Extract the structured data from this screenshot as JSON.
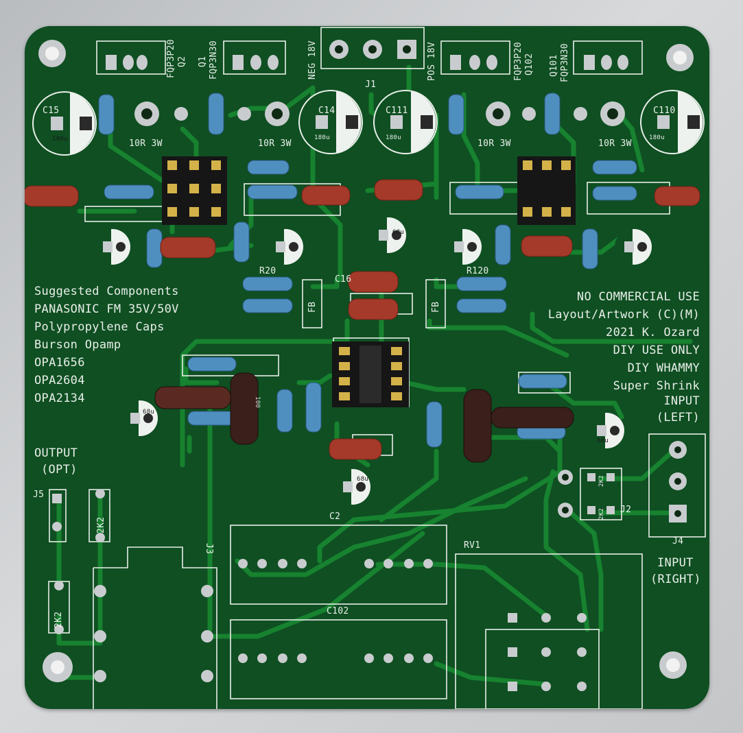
{
  "board": {
    "colors": {
      "soldermask": "#0f4f22",
      "trace": "#17822f",
      "silkscreen": "#e9efe9",
      "pad": "#c9ccce",
      "resistor_body": "#4f8fc0",
      "film_cap": "#a53a2a",
      "ceramic_cap": "#3a1f1a",
      "ic_socket": "#151515"
    },
    "notes": {
      "title": "Suggested Components",
      "lines": [
        "PANASONIC FM 35V/50V",
        "Polypropylene Caps",
        "Burson Opamp",
        "OPA1656",
        "OPA2604",
        "OPA2134"
      ]
    },
    "credits": {
      "lines": [
        "NO COMMERCIAL USE",
        "Layout/Artwork (C)(M)",
        "2021 K. Ozard",
        "DIY USE ONLY",
        "DIY WHAMMY",
        "Super Shrink"
      ]
    },
    "labels": {
      "input_left": [
        "INPUT",
        "(LEFT)"
      ],
      "input_right": [
        "INPUT",
        "(RIGHT)"
      ],
      "output": [
        "OUTPUT",
        "(OPT)"
      ],
      "neg": "NEG 18V",
      "pos": "POS 18V",
      "q2_part": "FQP3P20",
      "q2": "Q2",
      "q1_part": "FQP3N30",
      "q1": "Q1",
      "q102_part": "FQP3P20",
      "q102": "Q102",
      "q101_part": "FQP3N30",
      "q101": "Q101",
      "j1": "J1",
      "j2": "J2",
      "j3": "J3",
      "j4": "J4",
      "j5": "J5",
      "rv1": "RV1",
      "c2": "C2",
      "c102": "C102",
      "c15": "C15",
      "c14": "C14",
      "c111": "C111",
      "c110": "C110",
      "c16": "C16",
      "r20": "R20",
      "r120": "R120",
      "fb": "FB",
      "ohm10": "10R 3W",
      "uf180": "180u",
      "uf68": "68u",
      "k2": "2K2",
      "v100": "100"
    }
  }
}
